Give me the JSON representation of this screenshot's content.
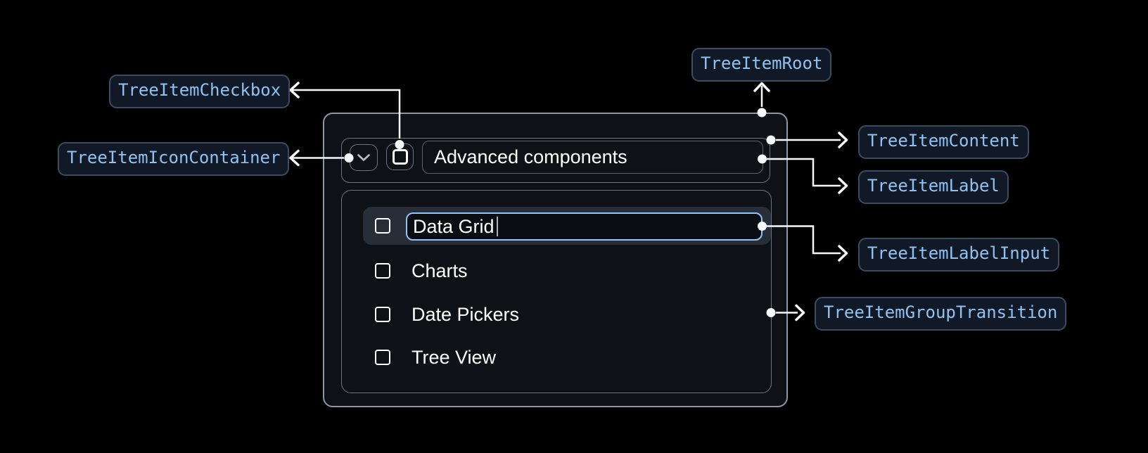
{
  "page": {
    "background": "#000000"
  },
  "annotations": {
    "root": "TreeItemRoot",
    "content": "TreeItemContent",
    "icon_container": "TreeItemIconContainer",
    "checkbox": "TreeItemCheckbox",
    "label": "TreeItemLabel",
    "label_input": "TreeItemLabelInput",
    "group_transition": "TreeItemGroupTransition"
  },
  "tree": {
    "parent": {
      "label": "Advanced components",
      "expanded": true,
      "checked": false
    },
    "children": [
      {
        "label": "Data Grid",
        "checked": false,
        "editing": true
      },
      {
        "label": "Charts",
        "checked": false,
        "editing": false
      },
      {
        "label": "Date Pickers",
        "checked": false,
        "editing": false
      },
      {
        "label": "Tree View",
        "checked": false,
        "editing": false
      }
    ]
  },
  "icons": {
    "expand": "chevron-down-icon",
    "checkbox": "unchecked-square-icon",
    "text_caret": "text-cursor"
  },
  "colors": {
    "badge_text": "#8fc2f0",
    "badge_bg": "#111927",
    "badge_border": "#3c4d62",
    "connector": "#f7f9fa",
    "focus_ring": "#90c5f6",
    "editing_row_bg": "#272e38",
    "panel_bg": "#0e1116",
    "panel_border": "#8e97a3",
    "inner_border": "#6b7583",
    "text": "#ffffff"
  }
}
